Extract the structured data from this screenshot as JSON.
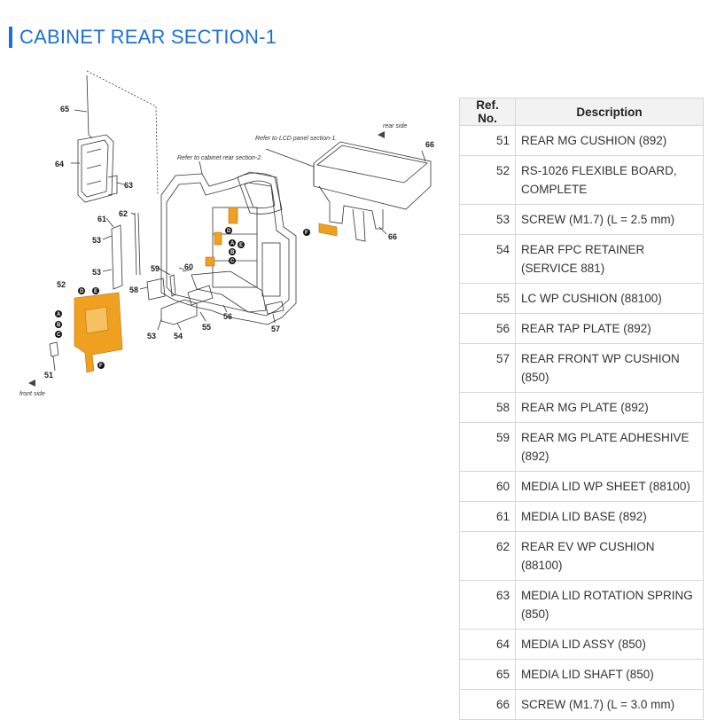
{
  "page": {
    "title": "CABINET REAR SECTION-1"
  },
  "diagram": {
    "notes": {
      "lcd": "Refer to LCD panel section-1.",
      "cabinet": "Refer to cabinet rear section-2.",
      "rear": "rear side",
      "front": "front side"
    },
    "callouts": [
      "65",
      "64",
      "63",
      "62",
      "61",
      "53",
      "53",
      "52",
      "59",
      "60",
      "58",
      "53",
      "54",
      "55",
      "56",
      "57",
      "51",
      "66",
      "66"
    ],
    "badges": [
      "A",
      "B",
      "C",
      "D",
      "E",
      "F"
    ],
    "colors": {
      "flex": "#f0a020",
      "line": "#333333"
    }
  },
  "table": {
    "headers": {
      "ref": "Ref. No.",
      "desc": "Description"
    },
    "rows": [
      {
        "ref": "51",
        "desc": "REAR MG CUSHION (892)"
      },
      {
        "ref": "52",
        "desc": "RS-1026 FLEXIBLE BOARD, COMPLETE"
      },
      {
        "ref": "53",
        "desc": "SCREW (M1.7) (L = 2.5 mm)"
      },
      {
        "ref": "54",
        "desc": "REAR FPC RETAINER (SERVICE 881)"
      },
      {
        "ref": "55",
        "desc": "LC WP CUSHION (88100)"
      },
      {
        "ref": "56",
        "desc": "REAR TAP PLATE (892)"
      },
      {
        "ref": "57",
        "desc": "REAR FRONT WP CUSHION (850)"
      },
      {
        "ref": "58",
        "desc": "REAR MG PLATE (892)"
      },
      {
        "ref": "59",
        "desc": "REAR MG PLATE ADHESHIVE (892)"
      },
      {
        "ref": "60",
        "desc": "MEDIA LID WP SHEET (88100)"
      },
      {
        "ref": "61",
        "desc": "MEDIA LID BASE (892)"
      },
      {
        "ref": "62",
        "desc": "REAR EV WP CUSHION (88100)"
      },
      {
        "ref": "63",
        "desc": "MEDIA LID ROTATION SPRING (850)"
      },
      {
        "ref": "64",
        "desc": "MEDIA LID ASSY (850)"
      },
      {
        "ref": "65",
        "desc": "MEDIA LID SHAFT (850)"
      },
      {
        "ref": "66",
        "desc": "SCREW (M1.7) (L = 3.0 mm)"
      }
    ]
  }
}
